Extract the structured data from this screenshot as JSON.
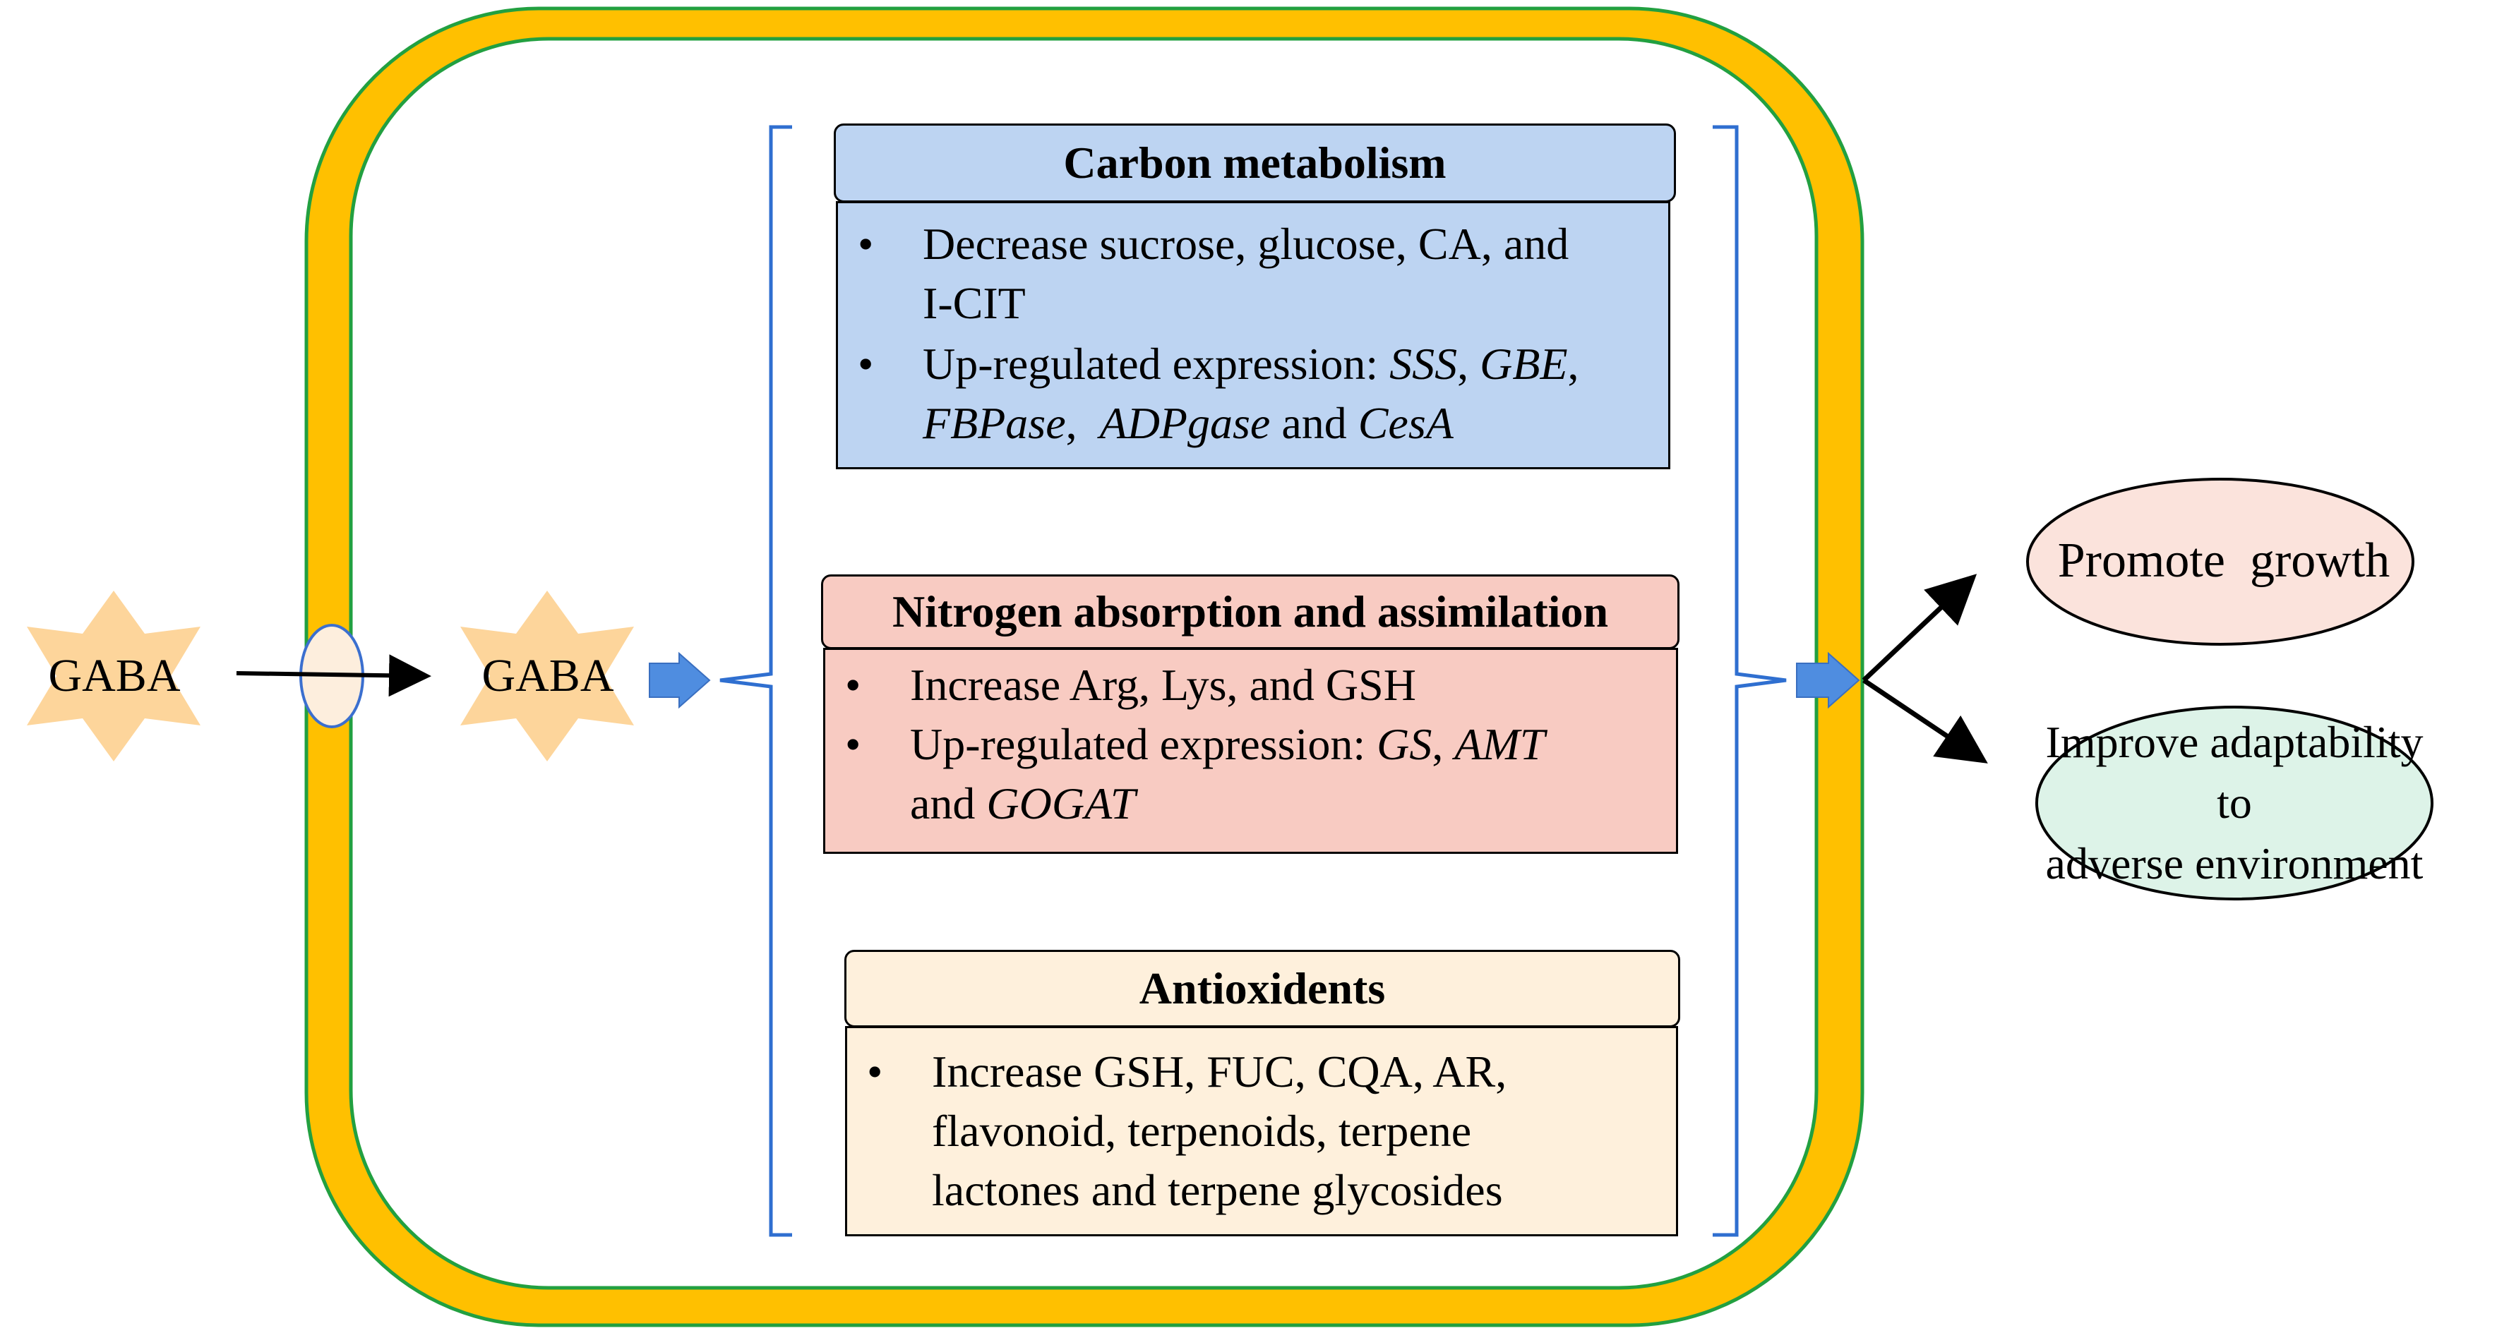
{
  "colors": {
    "cell_wall": "#ffc000",
    "cell_wall_outline": "#22a040",
    "bracket": "#2f6fd0",
    "block_arrow": "#4f8de0",
    "star_fill": "#fdd59b",
    "carbon_fill": "#bdd4f2",
    "nitrogen_fill": "#f8cbc2",
    "antioxidant_fill": "#fef0dc",
    "growth_fill": "#fbe3dc",
    "adapt_fill": "#ddf3e8",
    "transporter_fill": "#fdeedd",
    "transporter_outline": "#3b6fcf"
  },
  "nodes": {
    "gaba_outside": "GABA",
    "gaba_inside": "GABA"
  },
  "carbon": {
    "title": "Carbon metabolism",
    "bullet1": "Decrease sucrose, glucose, CA, and I-CIT",
    "bullet1_line1": "Decrease sucrose, glucose, CA, and",
    "bullet1_line2": "I-CIT",
    "bullet2_prefix": "Up-regulated expression: ",
    "genes": [
      "SSS",
      "GBE",
      "FBPase",
      "ADPgase",
      "CesA"
    ],
    "sep_comma": ",",
    "sep_and": " and "
  },
  "nitrogen": {
    "title": "Nitrogen absorption and assimilation",
    "bullet1": "Increase Arg, Lys, and GSH",
    "bullet2_prefix": "Up-regulated expression: ",
    "genes": [
      "GS",
      "AMT",
      "GOGAT"
    ],
    "sep_comma": ",",
    "sep_and": "and "
  },
  "antioxidants": {
    "title": "Antioxidents",
    "bullet1": "Increase GSH, FUC, CQA, AR, flavonoid, terpenoids, terpene lactones and terpene glycosides",
    "line1": "Increase GSH, FUC, CQA, AR,",
    "line2": "flavonoid, terpenoids, terpene",
    "line3": "lactones and terpene glycosides"
  },
  "outcomes": {
    "growth": "Promote  growth",
    "adapt_line1": "Improve adaptability to",
    "adapt_line2": "adverse environment"
  },
  "bullet_char": "•"
}
